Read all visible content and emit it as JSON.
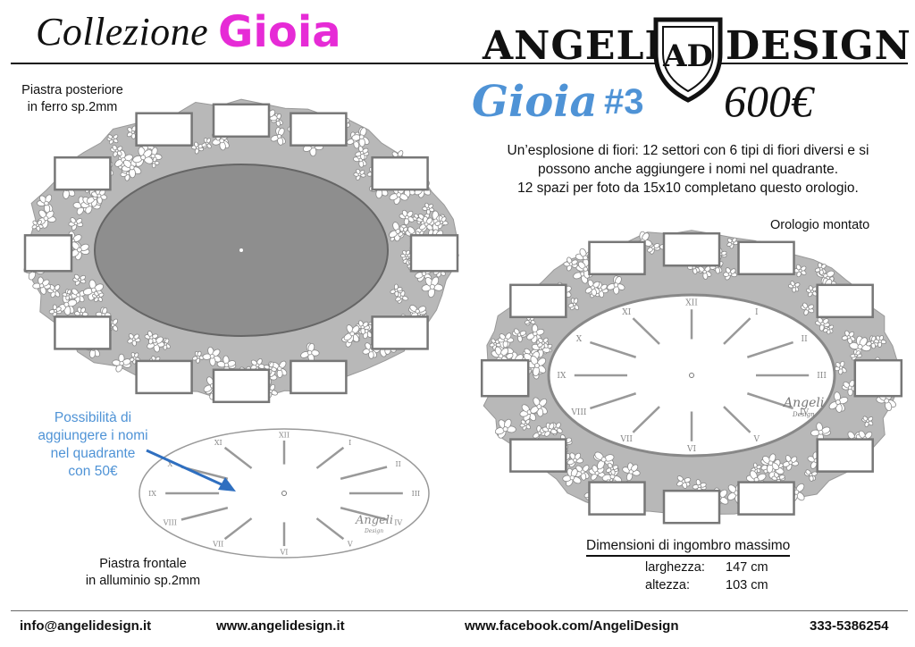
{
  "header": {
    "collection_label": "Collezione",
    "collection_name": "Gioia",
    "brand_left": "ANGELI",
    "brand_right": "DESIGN",
    "logo_letters": "AD"
  },
  "product": {
    "name": "Gioia",
    "number": "#3",
    "price": "600€",
    "description_lines": [
      "Un’esplosione di fiori: 12 settori con 6 tipi di fiori diversi e si",
      "possono anche aggiungere i nomi nel quadrante.",
      "12 spazi per foto da 15x10 completano questo orologio."
    ]
  },
  "labels": {
    "back_plate": [
      "Piastra posteriore",
      "in ferro sp.2mm"
    ],
    "front_plate": [
      "Piastra frontale",
      "in alluminio sp.2mm"
    ],
    "assembled": "Orologio montato",
    "names_note": [
      "Possibilità di",
      "aggiungere i nomi",
      "nel quadrante",
      "con 50€"
    ]
  },
  "dimensions": {
    "title": "Dimensioni di ingombro massimo",
    "width_label": "larghezza:",
    "width_value": "147 cm",
    "height_label": "altezza:",
    "height_value": "103 cm"
  },
  "dial": {
    "numerals": [
      "XII",
      "I",
      "II",
      "III",
      "IV",
      "V",
      "VI",
      "VII",
      "VIII",
      "IX",
      "X",
      "XI"
    ],
    "signature": "Angeli",
    "signature_sub": "Design"
  },
  "footer": {
    "email": "info@angelidesign.it",
    "website": "www.angelidesign.it",
    "facebook": "www.facebook.com/AngeliDesign",
    "phone": "333-5386254"
  },
  "colors": {
    "accent_pink": "#e62bd6",
    "accent_blue": "#4f93d6",
    "plate_gray": "#8e8e8e",
    "filigree_gray": "#b8b8b8"
  }
}
